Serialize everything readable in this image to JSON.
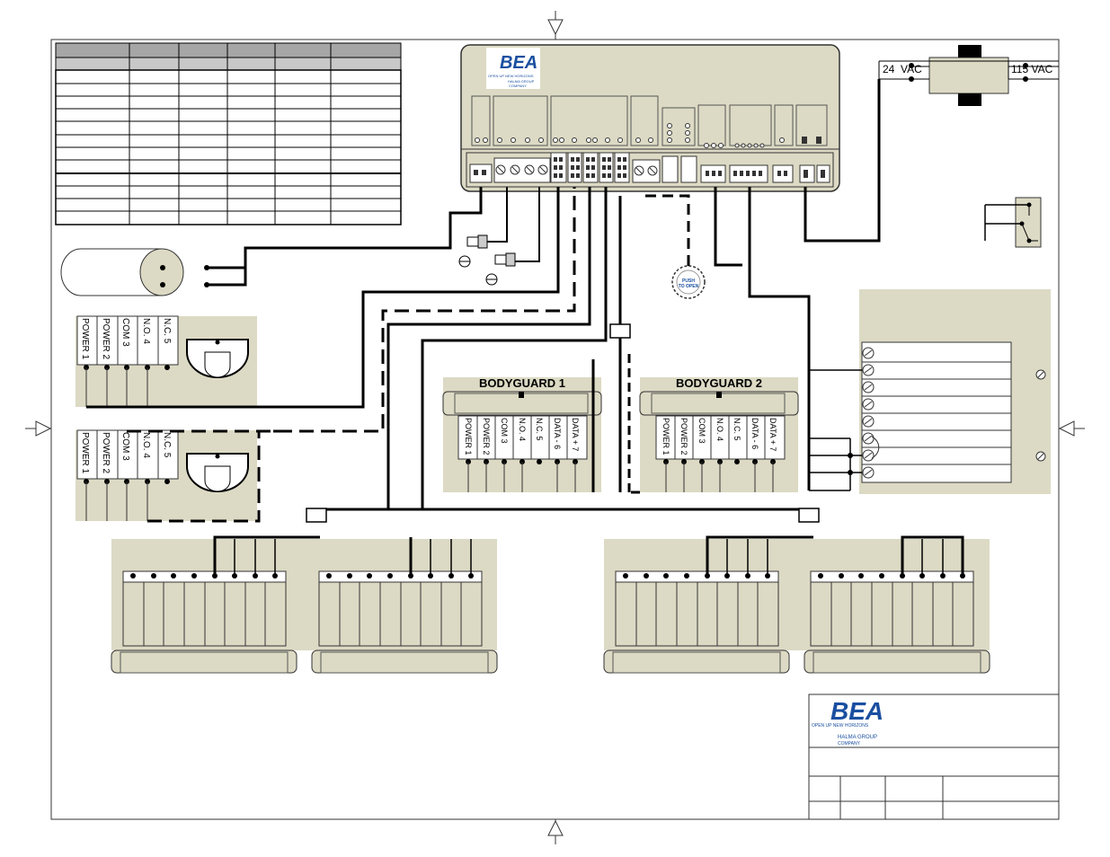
{
  "title_block": {
    "brand": "BEA",
    "tagline": "OPEN UP NEW HORIZONS",
    "group_line1": "HALMA GROUP",
    "group_line2": "COMPANY"
  },
  "controller": {
    "brand": "BEA",
    "tagline": "OPEN UP NEW HORIZONS",
    "group_line1": "HALMA GROUP",
    "group_line2": "COMPANY"
  },
  "transformer": {
    "secondary_label": "24  VAC",
    "primary_label": "115 VAC"
  },
  "push_button": {
    "line1": "PUSH",
    "line2": "TO OPEN"
  },
  "motion_sensor_terminals": [
    "POWER 1",
    "POWER 2",
    "COM 3",
    "N.O. 4",
    "N.C. 5"
  ],
  "bodyguard_terminals": [
    "POWER 1",
    "POWER 2",
    "COM 3",
    "N.O. 4",
    "N.C. 5",
    "DATA - 6",
    "DATA + 7"
  ],
  "bodyguards": [
    {
      "label": "BODYGUARD 1"
    },
    {
      "label": "BODYGUARD 2"
    }
  ],
  "colors": {
    "panel_fill": "#dcdac4",
    "wire": "#000000",
    "line": "#333333",
    "header_gray": "#a6a6a6",
    "brand_blue": "#1a4fa0"
  }
}
